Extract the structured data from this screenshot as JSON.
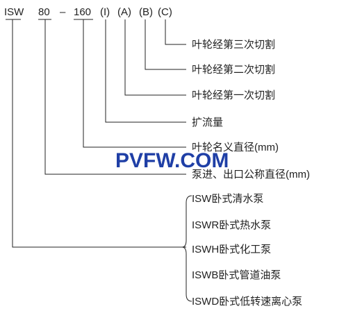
{
  "code_parts": {
    "series": "ISW",
    "inlet": "80",
    "dash": "–",
    "impeller": "160",
    "flow": "(I)",
    "cut_a": "(A)",
    "cut_b": "(B)",
    "cut_c": "(C)"
  },
  "descriptions": {
    "cut_c": "叶轮经第三次切割",
    "cut_b": "叶轮经第二次切割",
    "cut_a": "叶轮经第一次切割",
    "flow": "扩流量",
    "impeller": "叶轮名义直径(mm)",
    "inlet": "泵进、出口公称直径(mm)"
  },
  "series_types": [
    "ISW卧式清水泵",
    "ISWR卧式热水泵",
    "ISWH卧式化工泵",
    "ISWB卧式管道油泵",
    "ISWD卧式低转速离心泵"
  ],
  "watermark": "PVFW.COM",
  "colors": {
    "line": "#222222",
    "text": "#222222",
    "watermark": "#1f3fa6"
  }
}
